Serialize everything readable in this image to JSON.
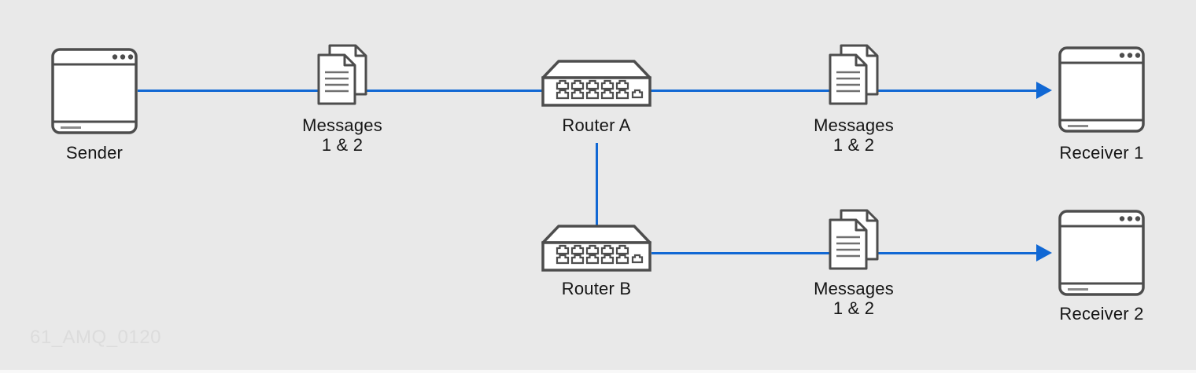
{
  "theme": {
    "bg": "#e9e9e9",
    "accent": "#1168d4",
    "icon-stroke": "#4d4d4d",
    "label": "#151515",
    "watermark-color": "#dcdcdc"
  },
  "icons": {
    "sender": "browser-window-icon",
    "receiver_1": "browser-window-icon",
    "receiver_2": "browser-window-icon",
    "router_a": "router-icon",
    "router_b": "router-icon",
    "messages": "documents-icon",
    "arrow": "arrowhead-icon"
  },
  "diagram": {
    "nodes": {
      "sender": {
        "label": "Sender"
      },
      "messages_1": {
        "label_line1": "Messages",
        "label_line2": "1 & 2"
      },
      "router_a": {
        "label": "Router A"
      },
      "messages_2": {
        "label_line1": "Messages",
        "label_line2": "1 & 2"
      },
      "receiver_1": {
        "label": "Receiver 1"
      },
      "router_b": {
        "label": "Router B"
      },
      "messages_3": {
        "label_line1": "Messages",
        "label_line2": "1 & 2"
      },
      "receiver_2": {
        "label": "Receiver 2"
      }
    },
    "watermark": "61_AMQ_0120"
  }
}
